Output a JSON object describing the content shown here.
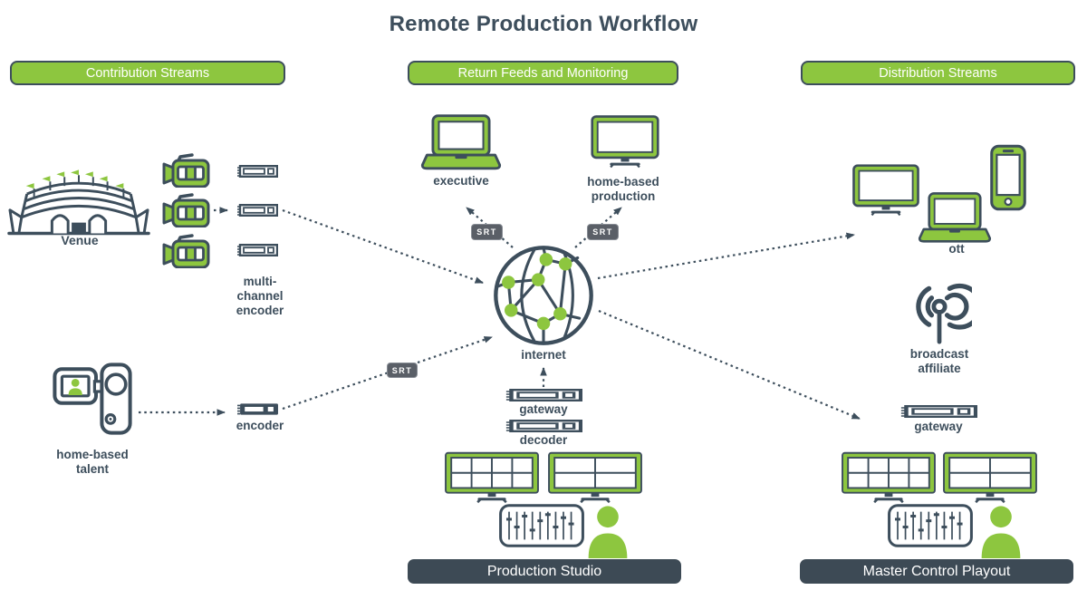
{
  "theme": {
    "green": "#8dc63f",
    "dark": "#3d4e5c",
    "srt": "#5a5f67",
    "pill": "#3d4a55"
  },
  "title": "Remote Production Workflow",
  "headers": {
    "contribution": "Contribution Streams",
    "return": "Return Feeds and Monitoring",
    "distribution": "Distribution Streams"
  },
  "contribution": {
    "venue": "Venue",
    "multi_channel_encoder": "multi-\nchannel\nencoder",
    "home_based_talent": "home-based\ntalent",
    "encoder": "encoder"
  },
  "monitoring": {
    "executive": "executive",
    "home_based_production": "home-based\nproduction",
    "internet": "internet",
    "gateway": "gateway",
    "decoder": "decoder",
    "production_studio": "Production Studio"
  },
  "distribution": {
    "ott": "ott",
    "broadcast_affiliate": "broadcast\naffiliate",
    "gateway": "gateway",
    "master_control_playout": "Master Control Playout"
  },
  "badges": {
    "srt": "SRT"
  },
  "icons": {
    "stadium": "stadium-icon",
    "camera": "video-camera-icon",
    "rack": "rack-unit-icon",
    "camcorder": "camcorder-icon",
    "globe": "internet-globe-icon",
    "laptop": "laptop-icon",
    "monitor": "monitor-icon",
    "phone": "smartphone-icon",
    "antenna": "broadcast-antenna-icon",
    "multiviewer": "multiviewer-icon",
    "mixer": "mixing-console-icon",
    "person": "operator-icon",
    "arrow": "dashed-arrow-icon"
  }
}
